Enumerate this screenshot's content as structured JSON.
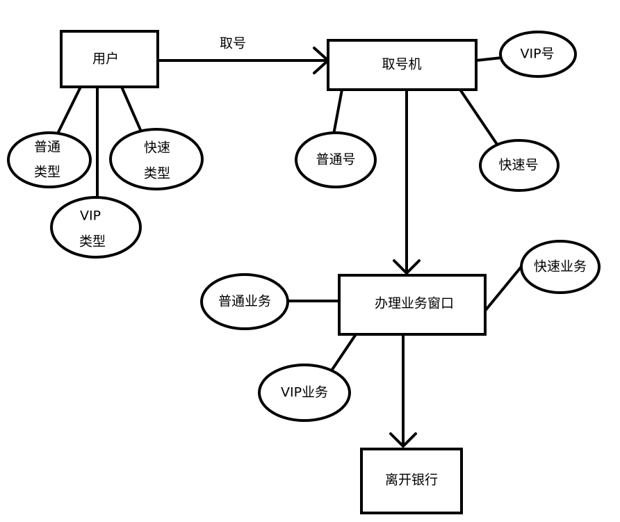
{
  "nodes": {
    "user": "用户",
    "ticket_machine": "取号机",
    "service_window": "办理业务窗口",
    "leave_bank": "离开银行"
  },
  "attributes": {
    "user_normal_line1": "普通",
    "user_normal_line2": "类型",
    "user_fast_line1": "快速",
    "user_fast_line2": "类型",
    "user_vip_line1": "VIP",
    "user_vip_line2": "类型",
    "vip_number": "VIP号",
    "normal_number": "普通号",
    "fast_number": "快速号",
    "fast_service": "快速业务",
    "normal_service": "普通业务",
    "vip_service": "VIP业务"
  },
  "edges": {
    "take_number": "取号"
  }
}
